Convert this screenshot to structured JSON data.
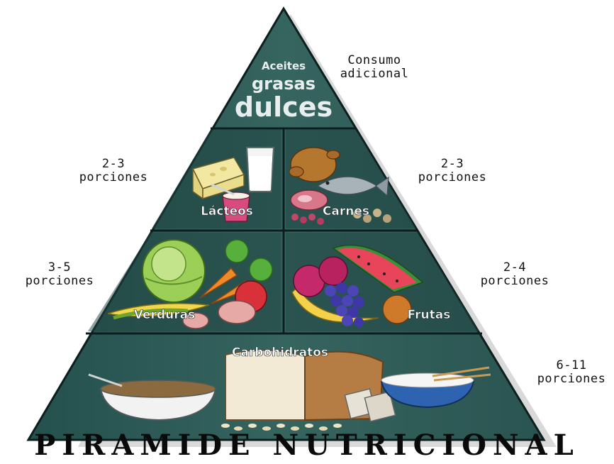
{
  "title": "PIRAMIDE NUTRICIONAL",
  "tiers": {
    "top": {
      "line1": "Aceites",
      "line2": "grasas",
      "line3": "dulces"
    },
    "dairy": {
      "label": "Lácteos"
    },
    "meat": {
      "label": "Carnes"
    },
    "vegetables": {
      "label": "Verduras"
    },
    "fruits": {
      "label": "Frutas"
    },
    "carbs": {
      "label": "Carbohidratos"
    }
  },
  "servings": {
    "top": {
      "line1": "Consumo",
      "line2": "adicional"
    },
    "dairy": {
      "line1": "2-3",
      "line2": "porciones"
    },
    "meat": {
      "line1": "2-3",
      "line2": "porciones"
    },
    "vegetables": {
      "line1": "3-5",
      "line2": "porciones"
    },
    "fruits": {
      "line1": "2-4",
      "line2": "porciones"
    },
    "carbs": {
      "line1": "6-11",
      "line2": "porciones"
    }
  },
  "colors": {
    "pyramid": "#2f5b58",
    "pyramid_dark": "#1d3d3b",
    "outline": "#0c1e1d",
    "label_text": "#ffffff"
  }
}
